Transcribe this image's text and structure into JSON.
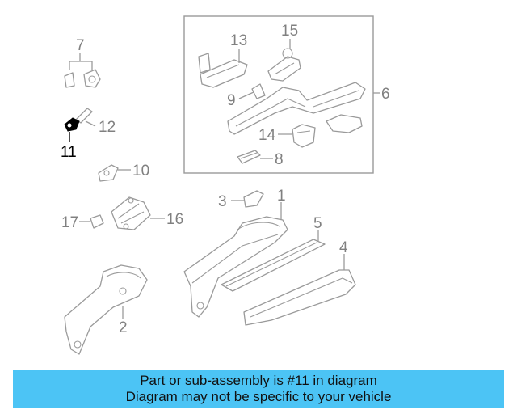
{
  "callouts": {
    "c1": "1",
    "c2": "2",
    "c3": "3",
    "c4": "4",
    "c5": "5",
    "c6": "6",
    "c7": "7",
    "c8": "8",
    "c9": "9",
    "c10": "10",
    "c11": "11",
    "c12": "12",
    "c13": "13",
    "c14": "14",
    "c15": "15",
    "c16": "16",
    "c17": "17"
  },
  "highlight_part": "11",
  "colors": {
    "line_art": "#9a9a9a",
    "highlight": "#000000",
    "banner_bg": "#4cc4f5",
    "banner_text": "#111111"
  },
  "banner": {
    "line1": "Part or sub-assembly is #11 in diagram",
    "line2": "Diagram may not be specific to your vehicle"
  }
}
